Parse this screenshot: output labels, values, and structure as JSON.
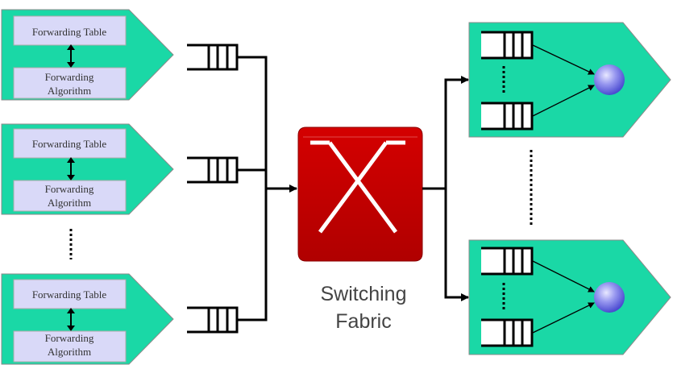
{
  "colors": {
    "line_card": "#1ad8a6",
    "table_box": "#d9d9f8",
    "fabric": "#cc0000",
    "fabric_lines": "#ffffff",
    "scheduler": "#8888ee"
  },
  "input_cards": [
    {
      "table_label": "Forwarding Table",
      "algo_line1": "Forwarding",
      "algo_line2": "Algorithm"
    },
    {
      "table_label": "Forwarding Table",
      "algo_line1": "Forwarding",
      "algo_line2": "Algorithm"
    },
    {
      "table_label": "Forwarding Table",
      "algo_line1": "Forwarding",
      "algo_line2": "Algorithm"
    }
  ],
  "fabric": {
    "line1": "Switching",
    "line2": "Fabric"
  },
  "icons": [
    "double-arrow-icon",
    "queue-icon",
    "crossbar-icon",
    "scheduler-circle-icon",
    "ellipsis-dots"
  ]
}
